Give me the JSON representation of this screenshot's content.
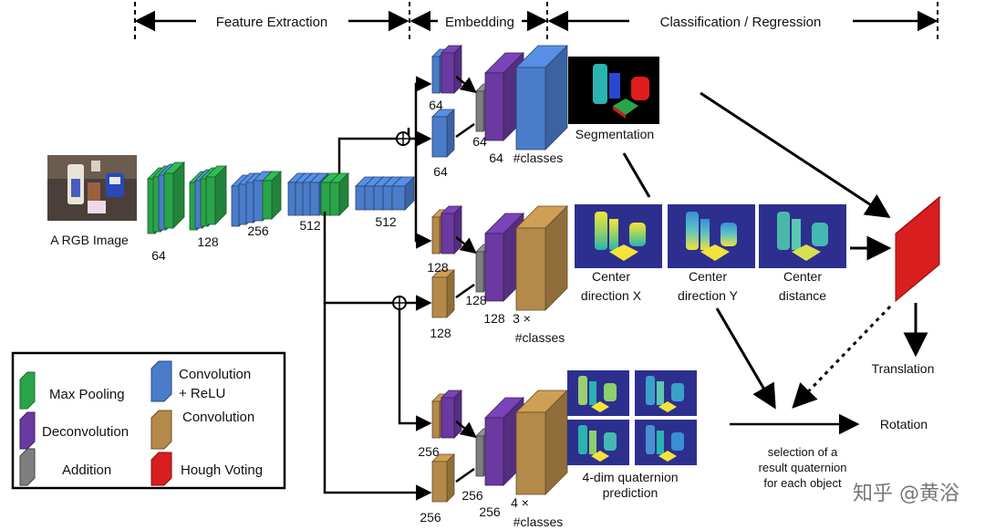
{
  "header": {
    "feature_extraction": "Feature Extraction",
    "embedding": "Embedding",
    "classification": "Classification / Regression"
  },
  "input": {
    "caption": "A RGB Image"
  },
  "backbone": {
    "dims": [
      "64",
      "128",
      "256",
      "512",
      "512"
    ]
  },
  "branches": {
    "seg": {
      "dim_a": "64",
      "dim_b": "64",
      "dim_sum": "64",
      "dim_out": "64",
      "out": "#classes"
    },
    "center": {
      "dim_a": "128",
      "dim_b": "128",
      "dim_sum": "128",
      "dim_out": "128",
      "out_line1": "3 ×",
      "out_line2": "#classes"
    },
    "quat": {
      "dim_a": "256",
      "dim_b": "256",
      "dim_sum": "256",
      "dim_out": "256",
      "out_line1": "4 ×",
      "out_line2": "#classes"
    }
  },
  "outputs": {
    "segmentation": "Segmentation",
    "center_x_1": "Center",
    "center_x_2": "direction X",
    "center_y_1": "Center",
    "center_y_2": "direction Y",
    "center_d_1": "Center",
    "center_d_2": "distance",
    "quaternion_1": "4-dim quaternion",
    "quaternion_2": "prediction",
    "translation": "Translation",
    "rotation": "Rotation",
    "selection_1": "selection of a",
    "selection_2": "result quaternion",
    "selection_3": "for each object"
  },
  "legend": {
    "max_pooling": "Max Pooling",
    "conv_relu_1": "Convolution",
    "conv_relu_2": "+ ReLU",
    "deconvolution": "Deconvolution",
    "convolution": "Convolution",
    "addition": "Addition",
    "hough_voting": "Hough Voting"
  },
  "watermark": "知乎 @黄浴",
  "colors": {
    "green": "#2aa44a",
    "blue": "#4a7cc9",
    "purple": "#6a3aa0",
    "tan": "#b48a4a",
    "gray": "#7f7f7f",
    "red": "#d81e1e",
    "map_bg": "#2d2f8f"
  }
}
